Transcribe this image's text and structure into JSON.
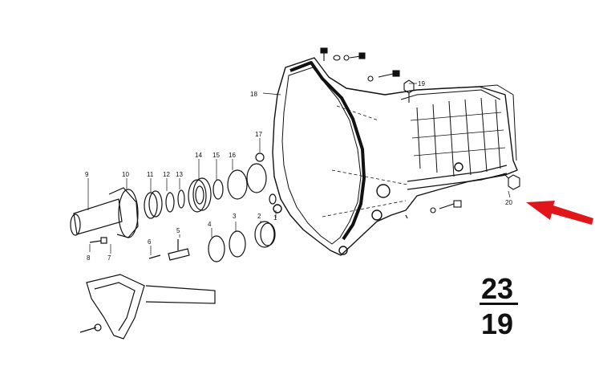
{
  "diagram": {
    "part_labels": [
      "1",
      "2",
      "3",
      "4",
      "5",
      "6",
      "7",
      "8",
      "9",
      "10",
      "11",
      "12",
      "13",
      "14",
      "15",
      "16",
      "17",
      "18",
      "19",
      "20"
    ],
    "page_ref": {
      "numerator": "23",
      "denominator": "19"
    },
    "colors": {
      "ink": "#111111",
      "arrow": "#e0161b",
      "background": "#ffffff"
    },
    "highlight": {
      "target_label": "20",
      "icon": "arrow-icon"
    }
  }
}
